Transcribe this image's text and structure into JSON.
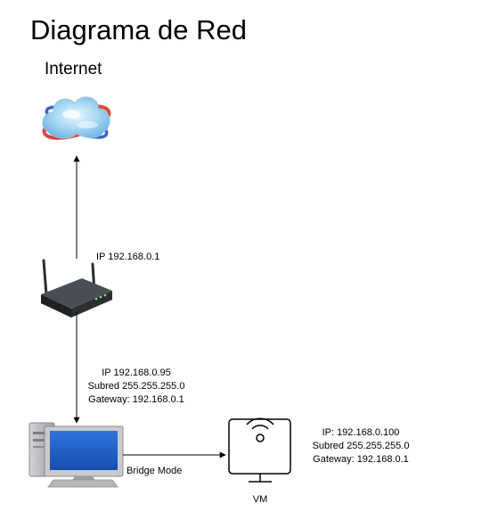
{
  "title": "Diagrama de Red",
  "internet": {
    "label": "Internet",
    "icon": "cloud-globe-icon"
  },
  "router": {
    "icon": "wireless-router-icon",
    "ip": "IP 192.168.0.1"
  },
  "host": {
    "icon": "desktop-computer-icon",
    "ip": "IP 192.168.0.95",
    "subnet": "Subred 255.255.255.0",
    "gateway": "Gateway: 192.168.0.1"
  },
  "connection": {
    "label": "Bridge Mode"
  },
  "vm": {
    "icon": "monitor-wifi-icon",
    "label": "VM",
    "ip": "IP: 192.168.0.100",
    "subnet": "Subred 255.255.255.0",
    "gateway": "Gateway: 192.168.0.1"
  },
  "colors": {
    "cloud_blue": "#7fc4ea",
    "orbit_red": "#d64a3c",
    "orbit_blue": "#3a62c8",
    "device_dark": "#2b2d31",
    "computer_gray": "#b6b7b9",
    "screen_blue": "#1f5ec6"
  }
}
